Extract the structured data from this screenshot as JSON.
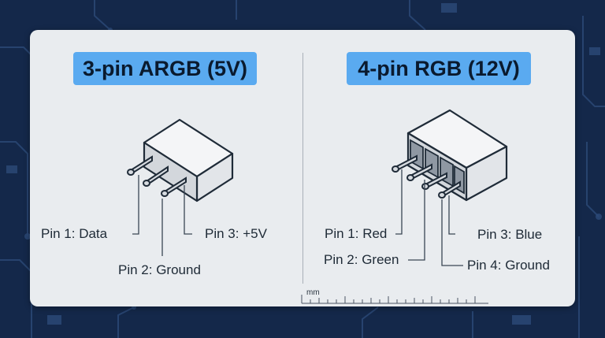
{
  "left": {
    "title": "3-pin ARGB (5V)",
    "pins": [
      "Pin 1: Data",
      "Pin 2: Ground",
      "Pin 3: +5V"
    ]
  },
  "right": {
    "title": "4-pin RGB (12V)",
    "pins": [
      "Pin 1: Red",
      "Pin 2: Green",
      "Pin 3: Blue",
      "Pin 4: Ground"
    ]
  },
  "ruler": {
    "unit": "mm"
  },
  "colors": {
    "background": "#14284a",
    "card": "#e9ecef",
    "title_badge": "#5aaaf0",
    "connector_outline": "#1f2b38"
  }
}
